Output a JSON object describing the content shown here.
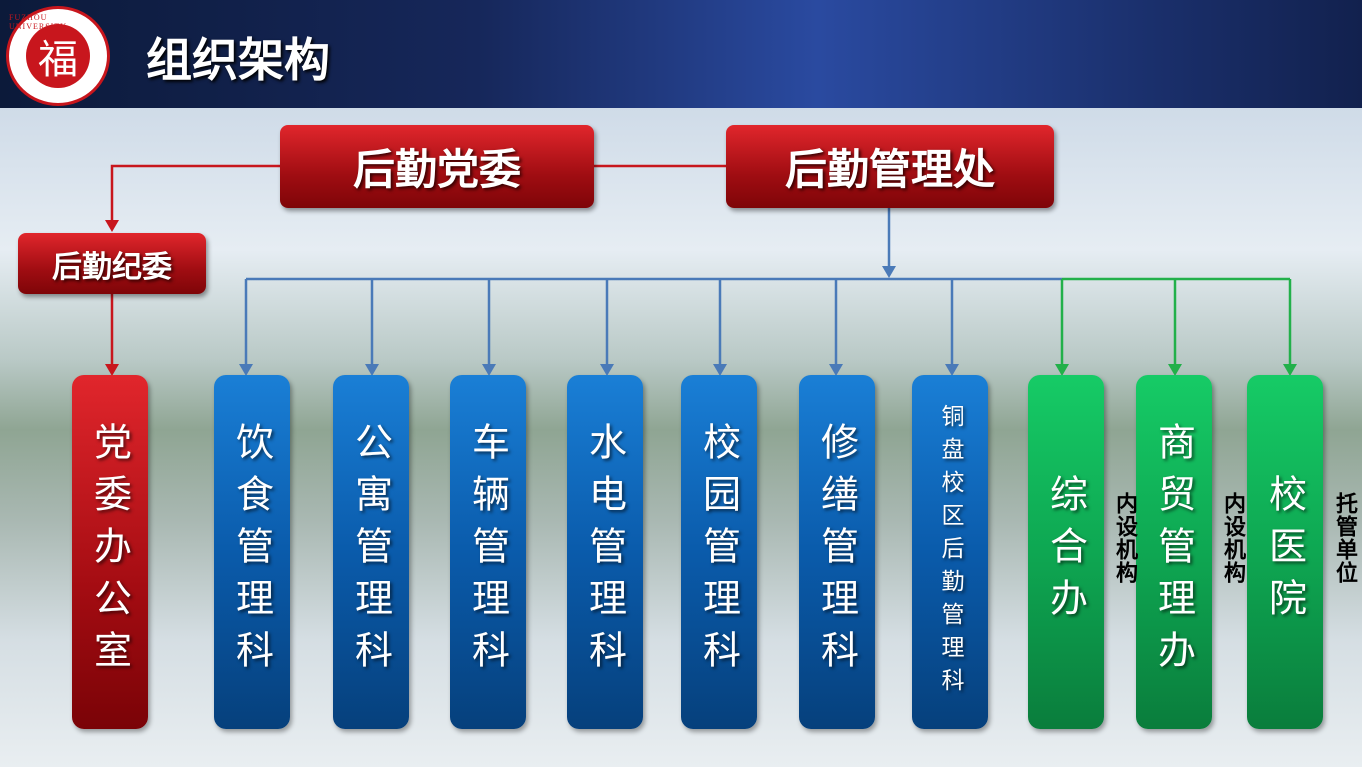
{
  "header": {
    "title": "组织架构",
    "logo_text": "福",
    "logo_ring": "FUZHOU UNIVERSITY"
  },
  "top": {
    "party_committee": "后勤党委",
    "management_office": "后勤管理处",
    "discipline_committee": "后勤纪委"
  },
  "party_office": "党委办公室",
  "departments": [
    "饮食管理科",
    "公寓管理科",
    "车辆管理科",
    "水电管理科",
    "校园管理科",
    "修缮管理科",
    "铜盘校区后勤管理科"
  ],
  "internal_units": [
    "综合办",
    "商贸管理办"
  ],
  "hosted_unit": "校医院",
  "side_labels": {
    "internal": "内设机构",
    "hosted": "托管单位"
  },
  "colors": {
    "red": "#c8161d",
    "blue": "#0a5bab",
    "green": "#0ea752",
    "line_blue": "#4a7ab8",
    "line_green": "#22b04a"
  }
}
